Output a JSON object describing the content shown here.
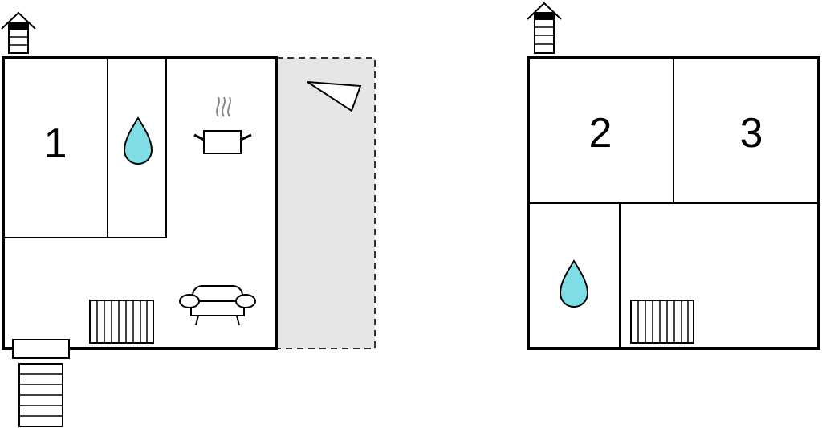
{
  "floors": [
    {
      "rooms": [
        {
          "label": "1"
        }
      ],
      "has_terrace": true,
      "has_entrance_stairs": true
    },
    {
      "rooms": [
        {
          "label": "2"
        },
        {
          "label": "3"
        }
      ]
    }
  ],
  "colors": {
    "water_drop": "#7fdde6",
    "terrace": "#e6e6e6",
    "walls": "#000000"
  },
  "icons": [
    "chimney-icon",
    "water-drop-icon",
    "stove-pot-icon",
    "sofa-icon",
    "radiator-icon",
    "terrace-marker-icon",
    "stairs-icon"
  ]
}
